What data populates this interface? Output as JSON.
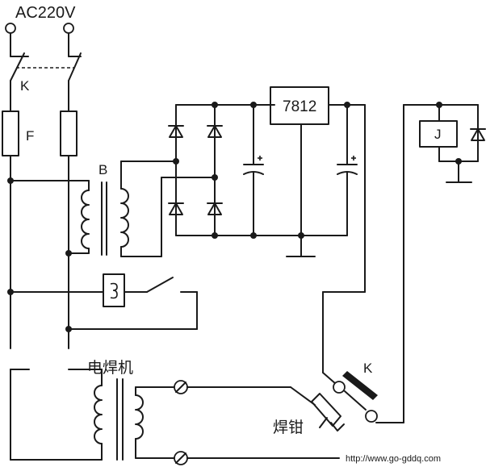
{
  "labels": {
    "supply": "AC220V",
    "switch_k": "K",
    "fuse_f": "F",
    "transformer_b": "B",
    "regulator": "7812",
    "relay_j": "J",
    "welder": "电焊机",
    "torch": "焊钳",
    "contact_k": "K",
    "url": "http://www.go-gddq.com"
  }
}
